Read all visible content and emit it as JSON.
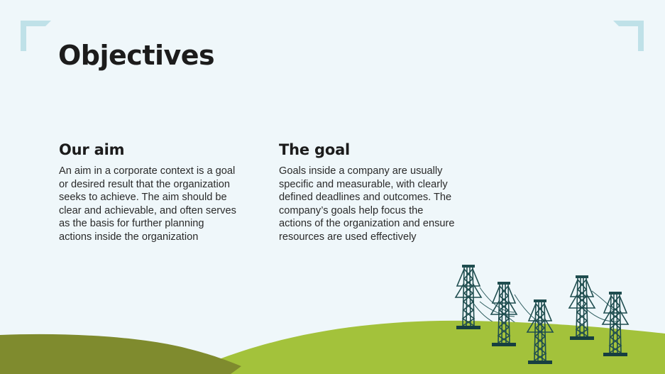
{
  "slide": {
    "title": "Objectives",
    "columns": [
      {
        "heading": "Our aim",
        "body": "An aim in a corporate context is a goal or desired result that the organization seeks to achieve. The aim should be clear and achievable, and often serves as the basis for further planning actions inside the organization"
      },
      {
        "heading": "The goal",
        "body": "Goals inside a company are usually specific and measurable, with clearly defined deadlines and outcomes. The company’s goals help focus the actions of the organization and ensure resources are used effectively"
      }
    ],
    "decorations": {
      "corner_brackets": [
        "corner-bracket-top-left",
        "corner-bracket-top-right"
      ],
      "illustration": "power-line-towers-on-hills"
    },
    "colors": {
      "background": "#eff7fa",
      "accent_bracket": "#bfe1e8",
      "title_text": "#1c1c1c",
      "hill_dark": "#7f8b2e",
      "hill_light": "#a3c23b",
      "tower": "#1f4d4f",
      "tower_base": "#173f41"
    }
  }
}
